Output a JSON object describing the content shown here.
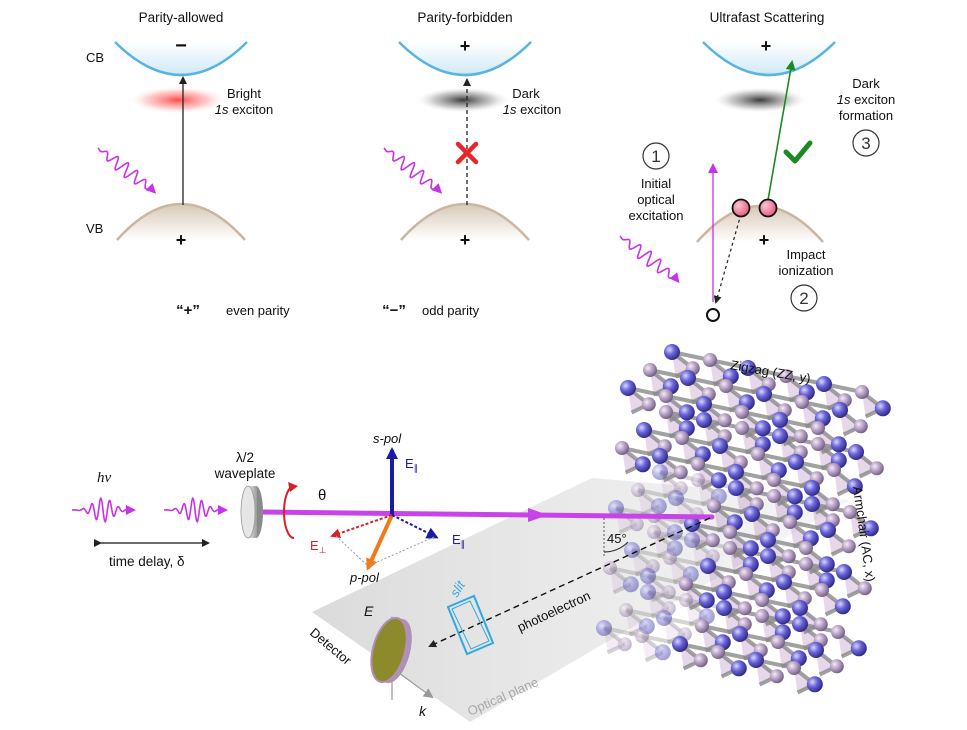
{
  "panels": {
    "allowed": {
      "title": "Parity-allowed",
      "cb": "CB",
      "vb": "VB",
      "cb_sign": "−",
      "vb_sign": "+",
      "exciton_1": "Bright",
      "exciton_2a": "1s",
      "exciton_2b": " exciton",
      "exciton_color": "#ff3b3b"
    },
    "forbidden": {
      "title": "Parity-forbidden",
      "cb_sign": "+",
      "vb_sign": "+",
      "exciton_1": "Dark",
      "exciton_2a": "1s",
      "exciton_2b": " exciton",
      "exciton_color": "#404040"
    },
    "ultrafast": {
      "title": "Ultrafast Scattering",
      "cb_sign": "+",
      "vb_sign": "+",
      "step1_num": "1",
      "step1_lines": [
        "Initial",
        "optical",
        "excitation"
      ],
      "step2_num": "2",
      "step2_lines": [
        "Impact",
        "ionization"
      ],
      "step3_num": "3",
      "step3_line1": "Dark",
      "step3_line2a": "1s",
      "step3_line2b": " exciton",
      "step3_line3": "formation"
    }
  },
  "legend": {
    "even_symbol": "“+”",
    "even_label": "even parity",
    "odd_symbol": "“−”",
    "odd_label": "odd parity"
  },
  "setup": {
    "photon": "hν",
    "time_delay": "time delay, δ",
    "waveplate_1": "λ/2",
    "waveplate_2": "waveplate",
    "theta": "θ",
    "s_pol": "s-pol",
    "p_pol": "p-pol",
    "e_par_up": "E",
    "e_par_up_sub": "∥",
    "e_par_right": "E",
    "e_par_right_sub": "∥",
    "e_perp": "E",
    "e_perp_sub": "⊥",
    "angle": "45°",
    "photoelectron": "photoelectron",
    "slit": "slit",
    "detector": "Detector",
    "axis_e": "E",
    "axis_k": "k",
    "optical_plane": "Optical plane",
    "zigzag": "Zigzag (ZZ, y)",
    "armchair": "Armchair (AC, x)"
  },
  "colors": {
    "band": "#5ab4e0",
    "vb_fill": "#c9b7a4",
    "photon": "#c832e8",
    "cross": "#e8262a",
    "check": "#1b8a22",
    "electron": "#e86a8c",
    "s_pol": "#1a1aa8",
    "p_pol": "#f07a1a",
    "beam": "#c844e8",
    "slit": "#30a8e0",
    "detector": "#8c8a2a",
    "atom_blue": "#6a64d8",
    "atom_violet": "#b8a2c8"
  }
}
